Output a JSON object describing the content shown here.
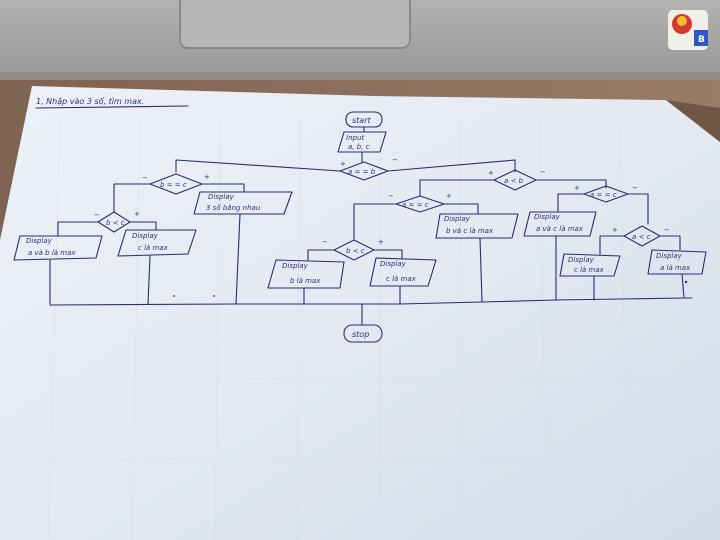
{
  "paper": {
    "title": "1, Nhập vào 3 số, tìm max."
  },
  "flowchart": {
    "start": "start",
    "input": {
      "title": "Input",
      "vars": "a, b, c"
    },
    "cond_main": "a = = b",
    "cond_bc": "b = = c",
    "cond_ab": "a < b",
    "cond_blc": "b < c",
    "cond_ac": "a = = c",
    "cond_bc2": "b < c",
    "cond_ac2": "a < c",
    "display_label": "Display",
    "out_all_equal": "3 số bằng nhau",
    "out_abc": "a và b là max",
    "out_c1": "c là max",
    "out_b_c": "b và c là max",
    "out_b": "b là max",
    "out_c2": "c là max",
    "out_a_c": "a và c là max",
    "out_c3": "c là max",
    "out_a": "a là max",
    "stop": "stop",
    "plus": "+",
    "minus": "−"
  },
  "sticker": {
    "letters": "B"
  },
  "colors": {
    "paper": "#e8ecf3",
    "ink": "#26306e",
    "laptop": "#a7a5a3",
    "desk": "#8a6a57"
  }
}
